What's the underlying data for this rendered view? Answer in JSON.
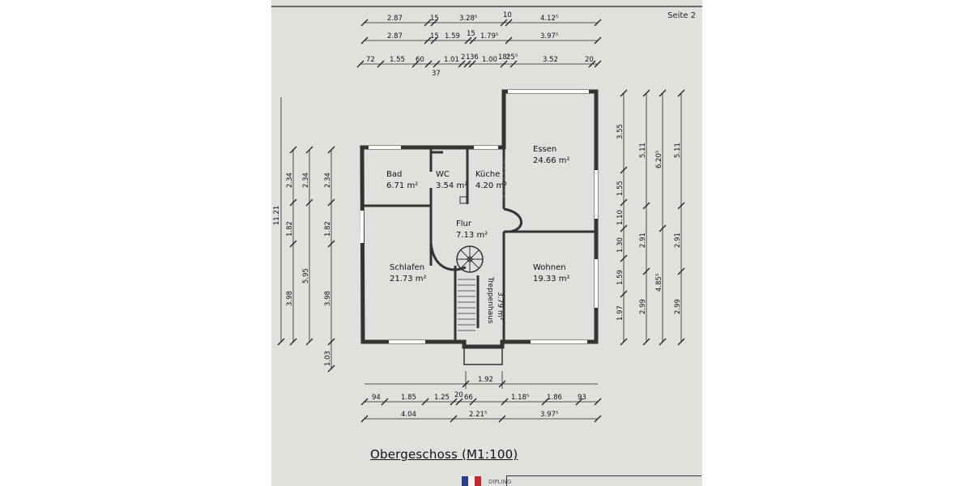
{
  "page_label": "Seite 2",
  "title": "Obergeschoss (M1:100)",
  "stamp_text": "DIPLING",
  "rooms": [
    {
      "name": "Bad",
      "area": "6.71 m²"
    },
    {
      "name": "WC",
      "area": "3.54 m²"
    },
    {
      "name": "Küche",
      "area": "4.20 m²"
    },
    {
      "name": "Essen",
      "area": "24.66 m²"
    },
    {
      "name": "Flur",
      "area": "7.13 m²"
    },
    {
      "name": "Schlafen",
      "area": "21.73 m²"
    },
    {
      "name": "Wohnen",
      "area": "19.33 m²"
    },
    {
      "name": "Treppenhaus",
      "area": "3.79 m²"
    }
  ],
  "dimensions": {
    "top_row1": [
      "2.87",
      "15",
      "3.28⁵",
      "10",
      "4.12⁵"
    ],
    "top_row2": [
      "2.87",
      "15",
      "1.59",
      "15",
      "1.79⁵",
      "3.97⁵"
    ],
    "top_row3": [
      "72",
      "1.55",
      "60",
      "1.01",
      "2",
      "1",
      "36",
      "1.00",
      "18⁵",
      "25⁵",
      "3.52",
      "20"
    ],
    "top_row3_sub": "37",
    "bottom_row1": "1.92",
    "bottom_row2": [
      "94",
      "1.85",
      "1.25",
      "20",
      "66",
      "1.18⁵",
      "1.86",
      "93"
    ],
    "bottom_row3": [
      "4.04",
      "2.21⁵",
      "3.97⁵"
    ],
    "left_col1": "11.21",
    "left_col2": [
      "2.34",
      "1.82",
      "3.98"
    ],
    "left_col3": [
      "2.34",
      "5.95"
    ],
    "left_col4": [
      "2.34",
      "1.82",
      "3.98",
      "1.03"
    ],
    "right_col1": [
      "3.55",
      "1.55",
      "1.10",
      "1.30",
      "1.59",
      "1.97"
    ],
    "right_col2": [
      "5.11",
      "2.91",
      "2.99"
    ],
    "right_col3": [
      "6.20⁵",
      "4.85⁵"
    ],
    "right_col4": [
      "5.11",
      "2.91",
      "2.99"
    ]
  }
}
